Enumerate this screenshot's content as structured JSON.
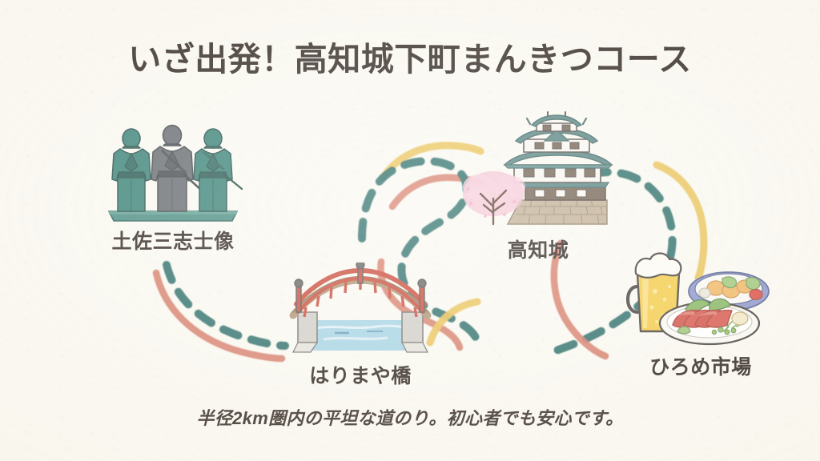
{
  "page": {
    "title": "いざ出発！高知城下町まんきつコース",
    "caption": "半径2km圏内の平坦な道のり。初心者でも安心です。",
    "background_color": "#FAF8F1",
    "text_color": "#241A15"
  },
  "route": {
    "colors": {
      "dashed_teal": "#13605B",
      "solid_salmon": "#D2705A",
      "solid_gold": "#E8BE48"
    },
    "style": "hand-drawn dashed and solid curved strokes connecting the four stops"
  },
  "spots": [
    {
      "id": "statue",
      "label": "土佐三志士像",
      "order": 1,
      "illustration": "three-samurai-statue",
      "colors": {
        "figure_teal": "#2A7168",
        "figure_gray": "#5A6064",
        "base": "#3E867B"
      }
    },
    {
      "id": "bridge",
      "label": "はりまや橋",
      "order": 2,
      "illustration": "red-arched-bridge",
      "colors": {
        "rail": "#C7412F",
        "deck": "#A98E6B",
        "water": "#7FC3DE",
        "stone": "#C9C6C0"
      }
    },
    {
      "id": "castle",
      "label": "高知城",
      "order": 3,
      "illustration": "kochi-castle-with-cherry-blossom",
      "colors": {
        "roof": "#4E7E7C",
        "wall": "#FAF7F1",
        "stone_base": "#B8A489",
        "blossom": "#F1B7CA"
      }
    },
    {
      "id": "market",
      "label": "ひろめ市場",
      "order": 4,
      "illustration": "beer-and-tataki-platter",
      "colors": {
        "beer": "#F3C33F",
        "foam": "#FDFBF4",
        "tuna": "#D0493F",
        "plate": "#FAF8F3",
        "bowl": "#7E8CC4"
      }
    }
  ]
}
